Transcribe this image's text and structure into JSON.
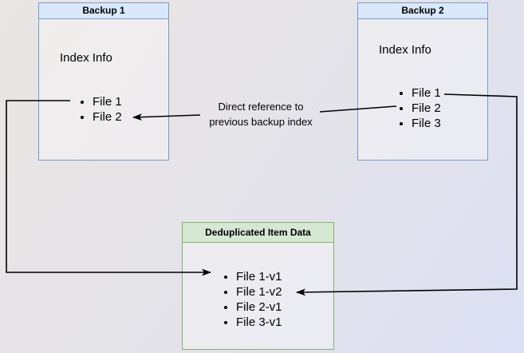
{
  "diagram": {
    "backup1": {
      "title": "Backup 1",
      "subtitle": "Index Info",
      "files": [
        "File 1",
        "File 2"
      ]
    },
    "backup2": {
      "title": "Backup 2",
      "subtitle": "Index Info",
      "files": [
        "File 1",
        "File 2",
        "File 3"
      ]
    },
    "dedup": {
      "title": "Deduplicated Item Data",
      "files": [
        "File 1-v1",
        "File 1-v2",
        "File 2-v1",
        "File 3-v1"
      ]
    },
    "annotation": {
      "line1": "Direct reference to",
      "line2": "previous backup index"
    }
  },
  "colors": {
    "blue_header_bg": "#dae8fc",
    "blue_border": "#7d99c7",
    "green_header_bg": "#d5e8d4",
    "green_border": "#82b366",
    "arrow": "#000000",
    "bg_from": "#e9e6e3",
    "bg_to": "#dde0f4"
  }
}
